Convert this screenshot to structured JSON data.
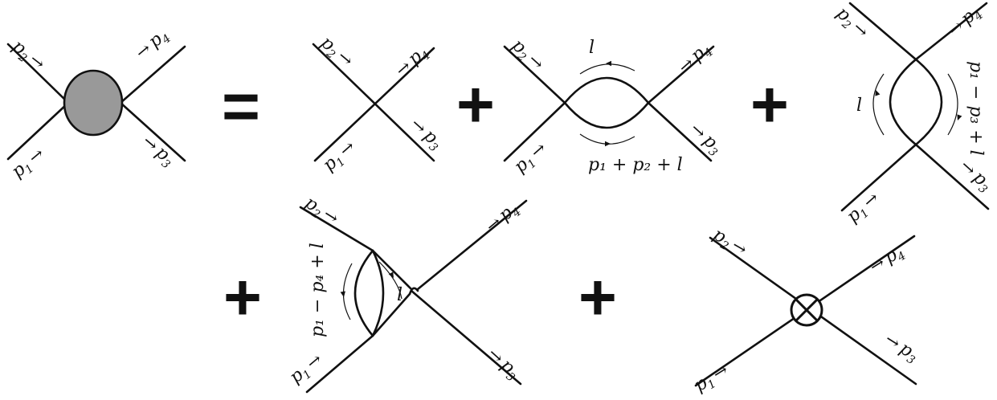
{
  "colors": {
    "ink": "#111111",
    "blob_fill": "#999999",
    "background": "#ffffff"
  },
  "equals_sign": "=",
  "plus_sign": "+",
  "momenta": {
    "p1": "p",
    "p1_sub": "1",
    "p2": "p",
    "p2_sub": "2",
    "p3": "p",
    "p3_sub": "3",
    "p4": "p",
    "p4_sub": "4",
    "arrow": "→"
  },
  "loop_momentum": "l",
  "loop_labels": {
    "s_channel": "p₁ + p₂ + l",
    "t_channel": "p₁ − p₃ + l",
    "u_channel": "p₁ − p₄ + l"
  },
  "diagrams": [
    {
      "id": "full-vertex",
      "kind": "blob"
    },
    {
      "id": "tree-vertex",
      "kind": "tree"
    },
    {
      "id": "s-channel-loop",
      "kind": "one-loop"
    },
    {
      "id": "t-channel-loop",
      "kind": "one-loop"
    },
    {
      "id": "u-channel-loop",
      "kind": "one-loop"
    },
    {
      "id": "counterterm",
      "kind": "counterterm",
      "symbol": "otimes-icon"
    }
  ]
}
